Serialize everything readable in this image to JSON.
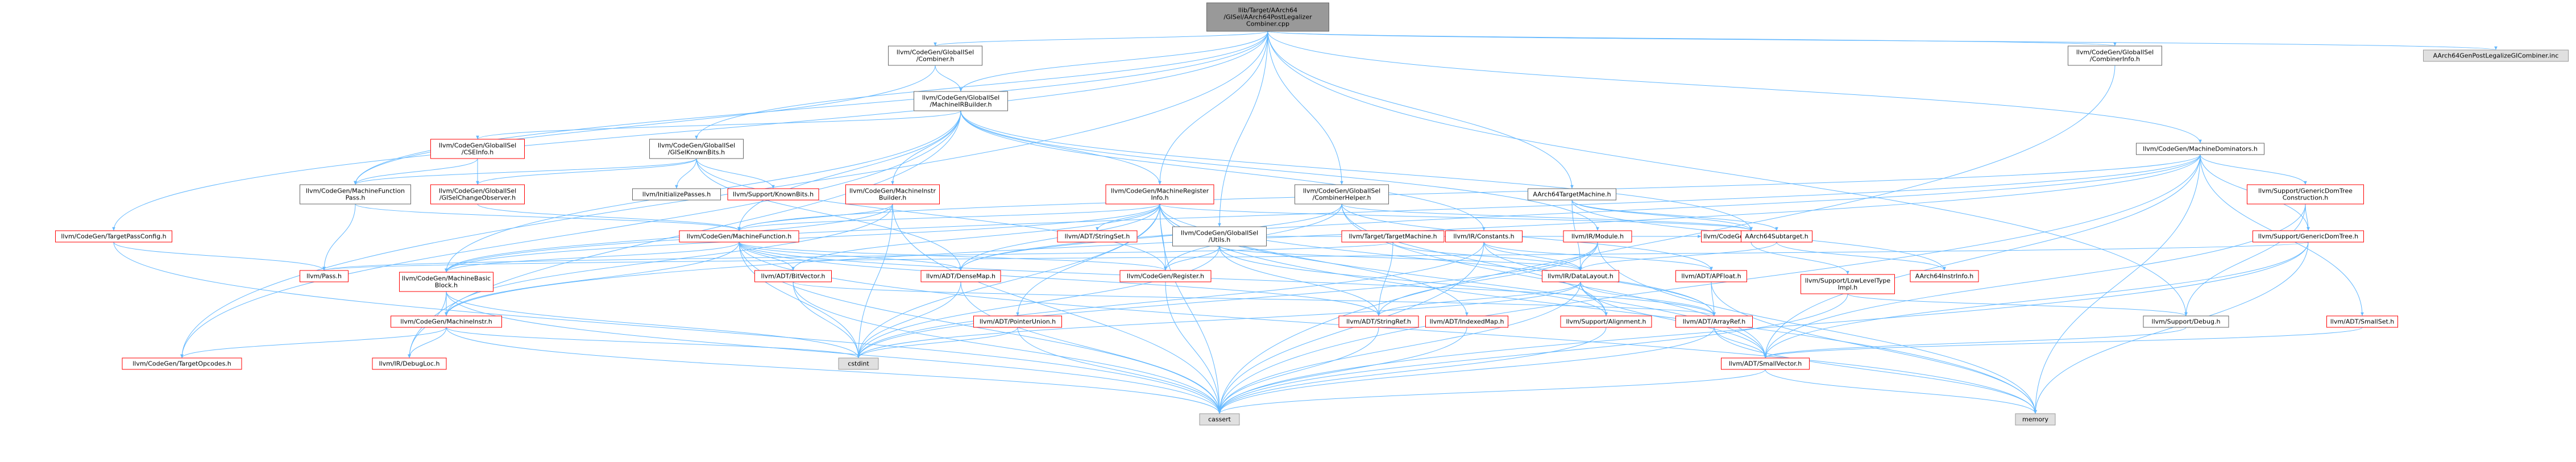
{
  "colors": {
    "edge": "#63b8ff",
    "root_fill": "#999999",
    "root_stroke": "#666666",
    "ext_fill": "#e0e0e0",
    "ext_stroke": "#999999",
    "normal_stroke": "#666666",
    "red_stroke": "#ff0000",
    "red_text": "#cc0000",
    "text": "#000000"
  },
  "nodes": [
    {
      "id": "root",
      "label": [
        "llib/Target/AArch64",
        "/GISel/AArch64PostLegalizer",
        "Combiner.cpp"
      ],
      "kind": "root"
    },
    {
      "id": "combiner",
      "label": [
        "llvm/CodeGen/GlobalISel",
        "/Combiner.h"
      ],
      "kind": "normal"
    },
    {
      "id": "mirbuilder",
      "label": [
        "llvm/CodeGen/GlobalISel",
        "/MachineIRBuilder.h"
      ],
      "kind": "normal"
    },
    {
      "id": "combinerinfo",
      "label": [
        "llvm/CodeGen/GlobalISel",
        "/CombinerInfo.h"
      ],
      "kind": "normal"
    },
    {
      "id": "gencomb",
      "label": [
        "AArch64GenPostLegalizeGICombiner.inc"
      ],
      "kind": "ext"
    },
    {
      "id": "machdom",
      "label": [
        "llvm/CodeGen/MachineDominators.h"
      ],
      "kind": "normal"
    },
    {
      "id": "csegal",
      "label": [
        "llvm/CodeGen/GlobalISel",
        "/CSEInfo.h"
      ],
      "kind": "red"
    },
    {
      "id": "gkb",
      "label": [
        "llvm/CodeGen/GlobalISel",
        "/GISelKnownBits.h"
      ],
      "kind": "normal"
    },
    {
      "id": "mfpass",
      "label": [
        "llvm/CodeGen/MachineFunction",
        "Pass.h"
      ],
      "kind": "normal"
    },
    {
      "id": "gco",
      "label": [
        "llvm/CodeGen/GlobalISel",
        "/GISelChangeObserver.h"
      ],
      "kind": "red"
    },
    {
      "id": "initpasses",
      "label": [
        "llvm/InitializePasses.h"
      ],
      "kind": "normal"
    },
    {
      "id": "knownbits",
      "label": [
        "llvm/Support/KnownBits.h"
      ],
      "kind": "red"
    },
    {
      "id": "miib",
      "label": [
        "llvm/CodeGen/MachineInstr",
        "Builder.h"
      ],
      "kind": "red"
    },
    {
      "id": "mri",
      "label": [
        "llvm/CodeGen/MachineRegister",
        "Info.h"
      ],
      "kind": "red"
    },
    {
      "id": "chelper",
      "label": [
        "llvm/CodeGen/GlobalISel",
        "/CombinerHelper.h"
      ],
      "kind": "normal"
    },
    {
      "id": "tm",
      "label": [
        "AArch64TargetMachine.h"
      ],
      "kind": "normal"
    },
    {
      "id": "gdtc",
      "label": [
        "llvm/Support/GenericDomTree",
        "Construction.h"
      ],
      "kind": "red"
    },
    {
      "id": "gdt",
      "label": [
        "llvm/Support/GenericDomTree.h"
      ],
      "kind": "red"
    },
    {
      "id": "tpc",
      "label": [
        "llvm/CodeGen/TargetPassConfig.h"
      ],
      "kind": "red"
    },
    {
      "id": "mf",
      "label": [
        "llvm/CodeGen/MachineFunction.h"
      ],
      "kind": "red"
    },
    {
      "id": "stringset",
      "label": [
        "llvm/ADT/StringSet.h"
      ],
      "kind": "red"
    },
    {
      "id": "utils",
      "label": [
        "llvm/CodeGen/GlobalISel",
        "/Utils.h"
      ],
      "kind": "normal"
    },
    {
      "id": "targetmachine",
      "label": [
        "llvm/Target/TargetMachine.h"
      ],
      "kind": "red"
    },
    {
      "id": "constants",
      "label": [
        "llvm/IR/Constants.h"
      ],
      "kind": "red"
    },
    {
      "id": "module",
      "label": [
        "llvm/IR/Module.h"
      ],
      "kind": "red"
    },
    {
      "id": "lowlevel",
      "label": [
        "llvm/CodeGen/LowLevelType.h"
      ],
      "kind": "red"
    },
    {
      "id": "subtarget",
      "label": [
        "AArch64Subtarget.h"
      ],
      "kind": "red"
    },
    {
      "id": "pass",
      "label": [
        "llvm/Pass.h"
      ],
      "kind": "red"
    },
    {
      "id": "mbb",
      "label": [
        "llvm/CodeGen/MachineBasic",
        "Block.h"
      ],
      "kind": "red"
    },
    {
      "id": "bitvector",
      "label": [
        "llvm/ADT/BitVector.h"
      ],
      "kind": "red"
    },
    {
      "id": "densemap",
      "label": [
        "llvm/ADT/DenseMap.h"
      ],
      "kind": "red"
    },
    {
      "id": "register",
      "label": [
        "llvm/CodeGen/Register.h"
      ],
      "kind": "red"
    },
    {
      "id": "datalayout",
      "label": [
        "llvm/IR/DataLayout.h"
      ],
      "kind": "red"
    },
    {
      "id": "apfloat",
      "label": [
        "llvm/ADT/APFloat.h"
      ],
      "kind": "red"
    },
    {
      "id": "lltimpl",
      "label": [
        "llvm/Support/LowLevelType",
        "Impl.h"
      ],
      "kind": "red"
    },
    {
      "id": "instrinfo",
      "label": [
        "AArch64InstrInfo.h"
      ],
      "kind": "red"
    },
    {
      "id": "minstr",
      "label": [
        "llvm/CodeGen/MachineInstr.h"
      ],
      "kind": "red"
    },
    {
      "id": "ptrunion",
      "label": [
        "llvm/ADT/PointerUnion.h"
      ],
      "kind": "red"
    },
    {
      "id": "stringref",
      "label": [
        "llvm/ADT/StringRef.h"
      ],
      "kind": "red"
    },
    {
      "id": "indexedmap",
      "label": [
        "llvm/ADT/IndexedMap.h"
      ],
      "kind": "red"
    },
    {
      "id": "alignment",
      "label": [
        "llvm/Support/Alignment.h"
      ],
      "kind": "red"
    },
    {
      "id": "arrayref",
      "label": [
        "llvm/ADT/ArrayRef.h"
      ],
      "kind": "red"
    },
    {
      "id": "debug",
      "label": [
        "llvm/Support/Debug.h"
      ],
      "kind": "normal"
    },
    {
      "id": "smallset",
      "label": [
        "llvm/ADT/SmallSet.h"
      ],
      "kind": "red"
    },
    {
      "id": "opcodes",
      "label": [
        "llvm/CodeGen/TargetOpcodes.h"
      ],
      "kind": "red"
    },
    {
      "id": "debugloc",
      "label": [
        "llvm/IR/DebugLoc.h"
      ],
      "kind": "red"
    },
    {
      "id": "cstdint",
      "label": [
        "cstdint"
      ],
      "kind": "ext"
    },
    {
      "id": "smallvector",
      "label": [
        "llvm/ADT/SmallVector.h"
      ],
      "kind": "red"
    },
    {
      "id": "cassert",
      "label": [
        "cassert"
      ],
      "kind": "ext"
    },
    {
      "id": "memory",
      "label": [
        "memory"
      ],
      "kind": "ext"
    }
  ],
  "edges": [
    [
      "root",
      "combiner"
    ],
    [
      "root",
      "mirbuilder"
    ],
    [
      "root",
      "combinerinfo"
    ],
    [
      "root",
      "gencomb"
    ],
    [
      "root",
      "machdom"
    ],
    [
      "root",
      "gkb"
    ],
    [
      "root",
      "mfpass"
    ],
    [
      "root",
      "chelper"
    ],
    [
      "root",
      "tm"
    ],
    [
      "root",
      "tpc"
    ],
    [
      "root",
      "utils"
    ],
    [
      "root",
      "mri"
    ],
    [
      "root",
      "opcodes"
    ],
    [
      "root",
      "debug"
    ],
    [
      "combiner",
      "mirbuilder"
    ],
    [
      "combiner",
      "mfpass"
    ],
    [
      "mirbuilder",
      "csegal"
    ],
    [
      "mirbuilder",
      "miib"
    ],
    [
      "mirbuilder",
      "mri"
    ],
    [
      "mirbuilder",
      "mf"
    ],
    [
      "mirbuilder",
      "mbb"
    ],
    [
      "mirbuilder",
      "opcodes"
    ],
    [
      "mirbuilder",
      "debugloc"
    ],
    [
      "mirbuilder",
      "module"
    ],
    [
      "mirbuilder",
      "constants"
    ],
    [
      "mirbuilder",
      "lowlevel"
    ],
    [
      "combinerinfo",
      "cassert"
    ],
    [
      "machdom",
      "gdtc"
    ],
    [
      "machdom",
      "gdt"
    ],
    [
      "machdom",
      "mf"
    ],
    [
      "machdom",
      "mbb"
    ],
    [
      "machdom",
      "minstr"
    ],
    [
      "machdom",
      "smallset"
    ],
    [
      "machdom",
      "smallvector"
    ],
    [
      "machdom",
      "cassert"
    ],
    [
      "machdom",
      "memory"
    ],
    [
      "machdom",
      "densemap"
    ],
    [
      "csegal",
      "gco"
    ],
    [
      "csegal",
      "mfpass"
    ],
    [
      "gkb",
      "gco"
    ],
    [
      "gkb",
      "initpasses"
    ],
    [
      "gkb",
      "knownbits"
    ],
    [
      "gkb",
      "mfpass"
    ],
    [
      "gkb",
      "register"
    ],
    [
      "gkb",
      "densemap"
    ],
    [
      "mfpass",
      "mf"
    ],
    [
      "mfpass",
      "pass"
    ],
    [
      "gco",
      "mf"
    ],
    [
      "miib",
      "mf"
    ],
    [
      "miib",
      "mbb"
    ],
    [
      "miib",
      "minstr"
    ],
    [
      "miib",
      "cassert"
    ],
    [
      "miib",
      "cstdint"
    ],
    [
      "mri",
      "mf"
    ],
    [
      "mri",
      "bitvector"
    ],
    [
      "mri",
      "densemap"
    ],
    [
      "mri",
      "stringset"
    ],
    [
      "mri",
      "register"
    ],
    [
      "mri",
      "indexedmap"
    ],
    [
      "mri",
      "ptrunion"
    ],
    [
      "mri",
      "arrayref"
    ],
    [
      "mri",
      "smallvector"
    ],
    [
      "mri",
      "mbb"
    ],
    [
      "mri",
      "lowlevel"
    ],
    [
      "mri",
      "memory"
    ],
    [
      "mri",
      "cstdint"
    ],
    [
      "mri",
      "cassert"
    ],
    [
      "chelper",
      "lowlevel"
    ],
    [
      "chelper",
      "register"
    ],
    [
      "chelper",
      "apfloat"
    ],
    [
      "chelper",
      "smallvector"
    ],
    [
      "chelper",
      "alignment"
    ],
    [
      "chelper",
      "densemap"
    ],
    [
      "tm",
      "subtarget"
    ],
    [
      "tm",
      "instrinfo"
    ],
    [
      "tm",
      "datalayout"
    ],
    [
      "tm",
      "lowlevel"
    ],
    [
      "gdtc",
      "gdt"
    ],
    [
      "gdtc",
      "debug"
    ],
    [
      "gdtc",
      "smallvector"
    ],
    [
      "gdt",
      "cassert"
    ],
    [
      "gdt",
      "memory"
    ],
    [
      "gdt",
      "smallvector"
    ],
    [
      "gdt",
      "pass"
    ],
    [
      "tpc",
      "pass"
    ],
    [
      "tpc",
      "cassert"
    ],
    [
      "mf",
      "mbb"
    ],
    [
      "mf",
      "minstr"
    ],
    [
      "mf",
      "bitvector"
    ],
    [
      "mf",
      "densemap"
    ],
    [
      "mf",
      "register"
    ],
    [
      "mf",
      "arrayref"
    ],
    [
      "mf",
      "cassert"
    ],
    [
      "mf",
      "cstdint"
    ],
    [
      "mf",
      "memory"
    ],
    [
      "mf",
      "stringref"
    ],
    [
      "utils",
      "register"
    ],
    [
      "utils",
      "lowlevel"
    ],
    [
      "utils",
      "stringref"
    ],
    [
      "utils",
      "alignment"
    ],
    [
      "utils",
      "cstdint"
    ],
    [
      "utils",
      "datalayout"
    ],
    [
      "targetmachine",
      "datalayout"
    ],
    [
      "targetmachine",
      "stringref"
    ],
    [
      "targetmachine",
      "pass"
    ],
    [
      "constants",
      "datalayout"
    ],
    [
      "constants",
      "arrayref"
    ],
    [
      "constants",
      "apfloat"
    ],
    [
      "constants",
      "cstdint"
    ],
    [
      "constants",
      "cassert"
    ],
    [
      "module",
      "datalayout"
    ],
    [
      "module",
      "stringref"
    ],
    [
      "module",
      "memory"
    ],
    [
      "module",
      "cstdint"
    ],
    [
      "lowlevel",
      "lltimpl"
    ],
    [
      "subtarget",
      "instrinfo"
    ],
    [
      "subtarget",
      "datalayout"
    ],
    [
      "mbb",
      "minstr"
    ],
    [
      "mbb",
      "cassert"
    ],
    [
      "mbb",
      "cstdint"
    ],
    [
      "mbb",
      "debugloc"
    ],
    [
      "bitvector",
      "cassert"
    ],
    [
      "bitvector",
      "cstdint"
    ],
    [
      "bitvector",
      "arrayref"
    ],
    [
      "densemap",
      "cassert"
    ],
    [
      "densemap",
      "cstdint"
    ],
    [
      "register",
      "cassert"
    ],
    [
      "datalayout",
      "arrayref"
    ],
    [
      "datalayout",
      "stringref"
    ],
    [
      "datalayout",
      "alignment"
    ],
    [
      "datalayout",
      "smallvector"
    ],
    [
      "datalayout",
      "cassert"
    ],
    [
      "datalayout",
      "cstdint"
    ],
    [
      "apfloat",
      "arrayref"
    ],
    [
      "apfloat",
      "memory"
    ],
    [
      "lltimpl",
      "debug"
    ],
    [
      "lltimpl",
      "cassert"
    ],
    [
      "minstr",
      "opcodes"
    ],
    [
      "minstr",
      "debugloc"
    ],
    [
      "minstr",
      "cassert"
    ],
    [
      "minstr",
      "cstdint"
    ],
    [
      "ptrunion",
      "cassert"
    ],
    [
      "ptrunion",
      "cstdint"
    ],
    [
      "stringref",
      "cassert"
    ],
    [
      "indexedmap",
      "cassert"
    ],
    [
      "alignment",
      "cassert"
    ],
    [
      "arrayref",
      "smallvector"
    ],
    [
      "arrayref",
      "cassert"
    ],
    [
      "arrayref",
      "memory"
    ],
    [
      "debug",
      "smallvector"
    ],
    [
      "smallset",
      "smallvector"
    ],
    [
      "smallvector",
      "cassert"
    ],
    [
      "smallvector",
      "memory"
    ]
  ]
}
